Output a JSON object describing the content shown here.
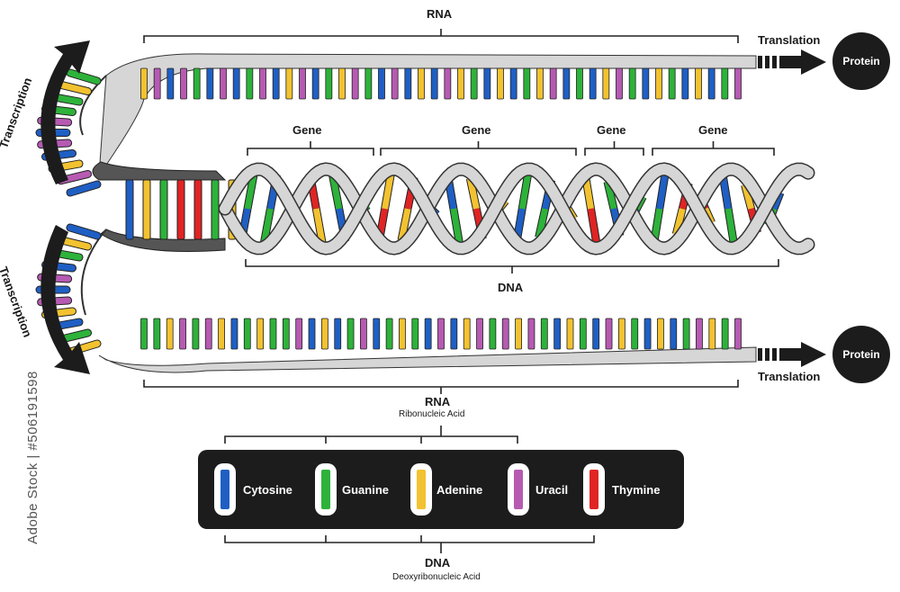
{
  "labels": {
    "rna_top": "RNA",
    "translation_top": "Translation",
    "protein_top": "Protein",
    "transcription_top": "Transcription",
    "gene_1": "Gene",
    "gene_2": "Gene",
    "gene_3": "Gene",
    "gene_4": "Gene",
    "dna_mid": "DNA",
    "transcription_bottom": "Transcription",
    "translation_bottom": "Translation",
    "protein_bottom": "Protein",
    "rna_legend": "RNA",
    "rna_legend_sub": "Ribonucleic Acid",
    "dna_legend": "DNA",
    "dna_legend_sub": "Deoxyribonucleic Acid",
    "watermark": "Adobe Stock | #506191598"
  },
  "legend": [
    {
      "name": "Cytosine",
      "color": "#1f5fc4",
      "shape": "notch"
    },
    {
      "name": "Guanine",
      "color": "#2db23a",
      "shape": "round"
    },
    {
      "name": "Adenine",
      "color": "#f2c230",
      "shape": "notch"
    },
    {
      "name": "Uracil",
      "color": "#b65ab2",
      "shape": "point"
    },
    {
      "name": "Thymine",
      "color": "#e02424",
      "shape": "point"
    }
  ],
  "colors": {
    "cytosine": "#1f5fc4",
    "guanine": "#2db23a",
    "adenine": "#f2c230",
    "uracil": "#b65ab2",
    "thymine": "#e02424",
    "backbone": "#d6d6d6",
    "dark": "#1c1c1c"
  },
  "sequences": {
    "rna_top": "AUCUGCUCGUCAUCGAUGCUCACUAGCACGAUCGCAUGCAGCACGU",
    "rna_bottom": "GGAUGUACGAGGUCACGUCGAGCUCAUGUAUGCAGCUAGCACGUAGU",
    "arc_top": "GAGGUCUCAUC",
    "arc_bottom": "CAGCUCUACGA",
    "ladder": "CAGTTGA",
    "helix": "CGATGCTAGCATCGTAGCGATCAG"
  }
}
